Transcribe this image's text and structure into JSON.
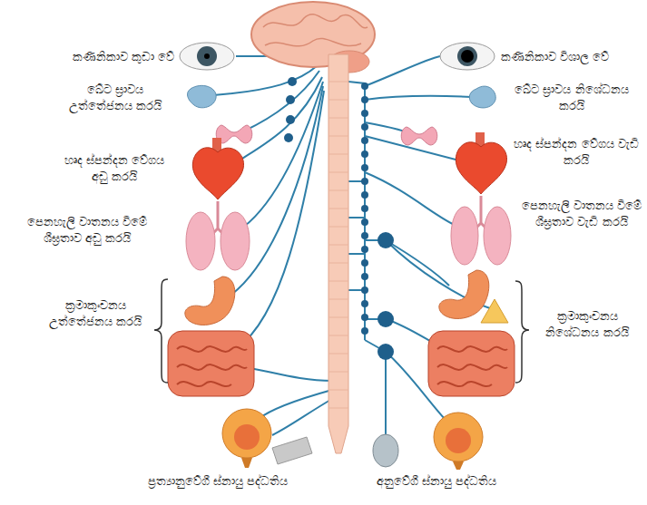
{
  "diagram": {
    "labels": [
      "කණිනිකාව කුඩා වේ",
      "ඛේට ස්‍රාවය උත්තේජනය කරයි",
      "හෘද ස්පන්දන වේගය අඩු කරයි",
      "පෙනහැලි වාතනය වීමේ ශීඝ්‍රතාව අඩු කරයි",
      "ක්‍රමාකුංචනය උත්තේජනය කරයි",
      "ප්‍රත්‍යානුවේගී ස්නායු පද්ධතිය",
      "කණිනිකාව විශාල වේ",
      "ඛේට ස්‍රාවය නිශේධනය කරයි",
      "හෘද ස්පන්දන වේගය වැඩි කරයි",
      "පෙනහැලි වාතනය වීමේ ශීඝ්‍රතාව වැඩි කරයි",
      "ක්‍රමාකුංචනය නිශේධනය කරයි",
      "අනුවේගී ස්නායු පද්ධතිය"
    ]
  }
}
